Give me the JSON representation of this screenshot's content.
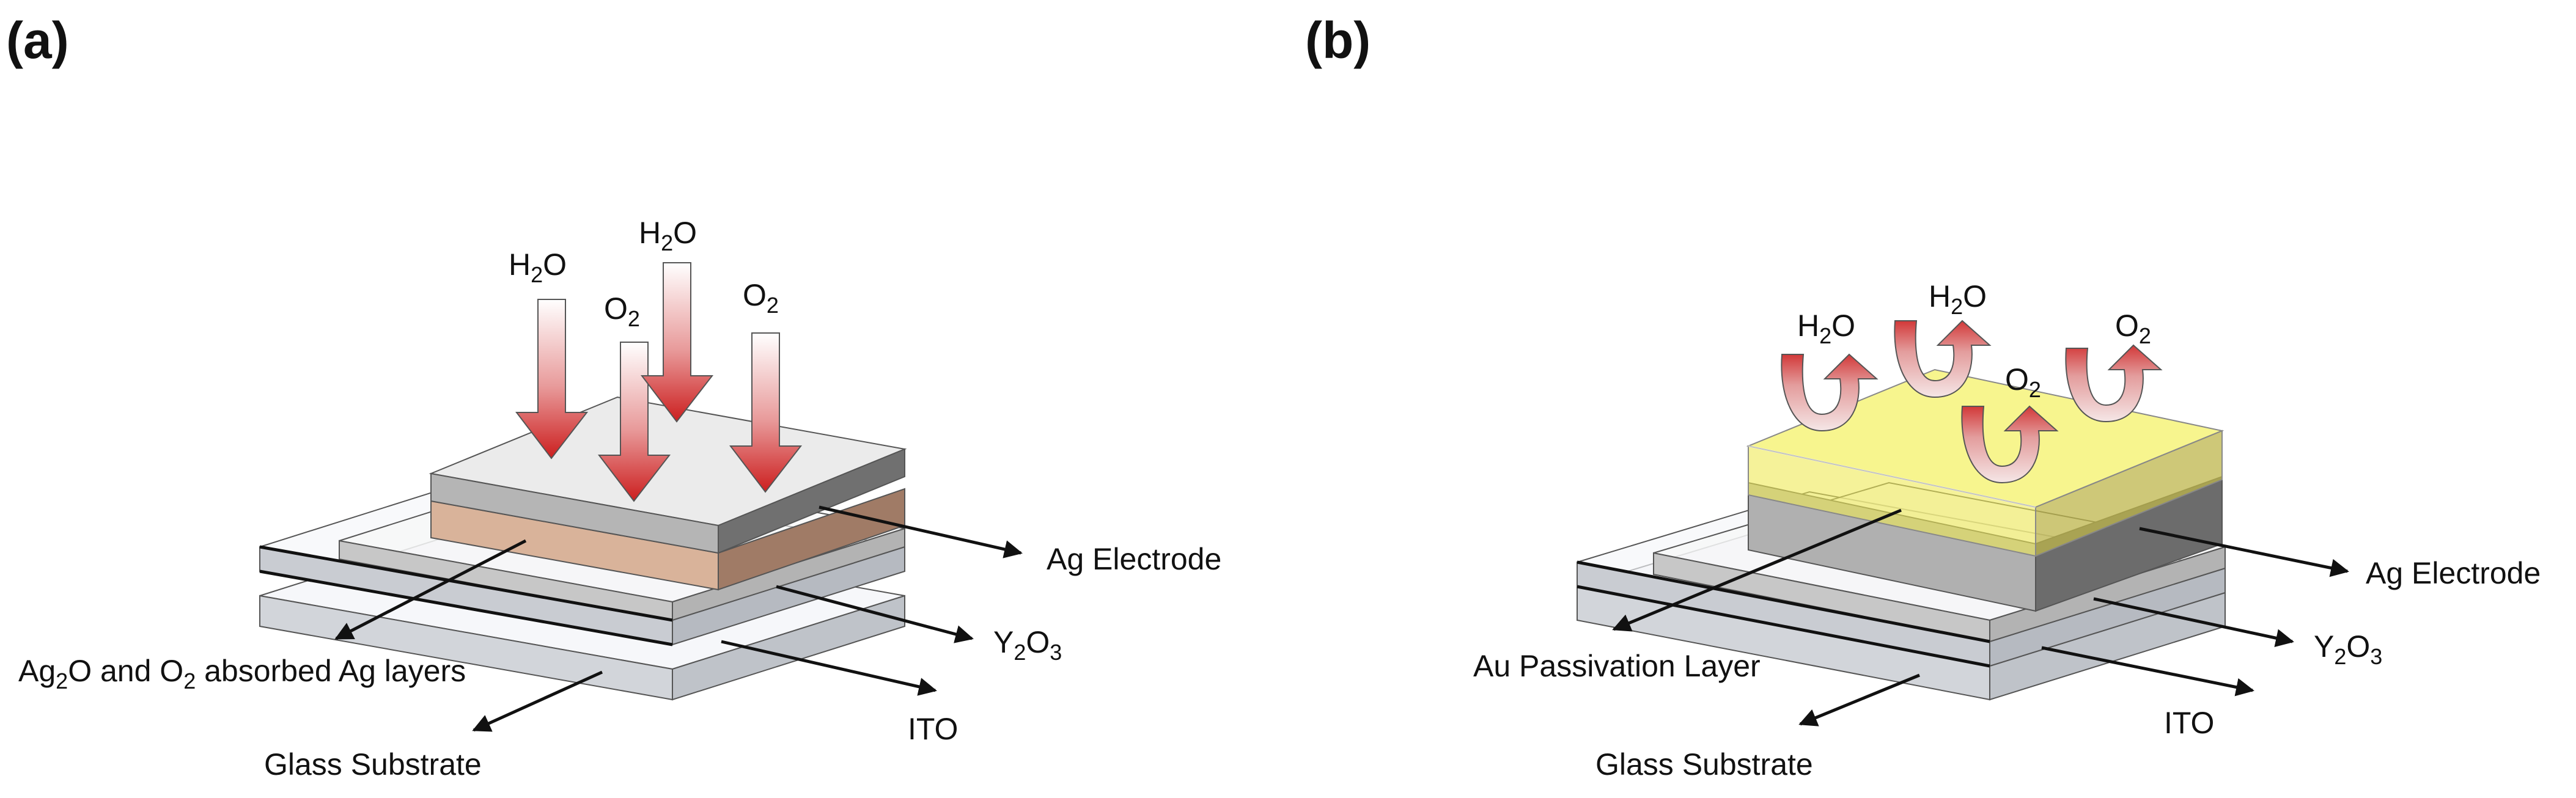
{
  "panel_a": {
    "label": "(a)",
    "gases": [
      {
        "main": "H",
        "sub": "2",
        "rest": "O"
      },
      {
        "main": "H",
        "sub": "2",
        "rest": "O"
      },
      {
        "main": "O",
        "sub": "2",
        "rest": ""
      },
      {
        "main": "O",
        "sub": "2",
        "rest": ""
      }
    ],
    "labels": {
      "ag_electrode": "Ag Electrode",
      "y2o3": {
        "main": "Y",
        "sub": "2",
        "rest": "O",
        "sub2": "3"
      },
      "ito": "ITO",
      "glass": "Glass Substrate",
      "absorbed": {
        "p1": "Ag",
        "s1": "2",
        "p2": "O and O",
        "s2": "2",
        "p3": " absorbed Ag layers"
      }
    }
  },
  "panel_b": {
    "label": "(b)",
    "gases": [
      {
        "main": "H",
        "sub": "2",
        "rest": "O"
      },
      {
        "main": "H",
        "sub": "2",
        "rest": "O"
      },
      {
        "main": "O",
        "sub": "2",
        "rest": ""
      },
      {
        "main": "O",
        "sub": "2",
        "rest": ""
      }
    ],
    "labels": {
      "ag_electrode": "Ag Electrode",
      "y2o3": {
        "main": "Y",
        "sub": "2",
        "rest": "O",
        "sub2": "3"
      },
      "ito": "ITO",
      "glass": "Glass Substrate",
      "passivation": "Au Passivation Layer"
    }
  },
  "colors": {
    "arrow_red": "#d42a2a",
    "electrode_top": "#e8e8e8",
    "electrode_side": "#a9a9a9",
    "electrode_dark": "#6e6e6e",
    "ag_layer": "#d9b39a",
    "passivation": "#f3f06a"
  }
}
